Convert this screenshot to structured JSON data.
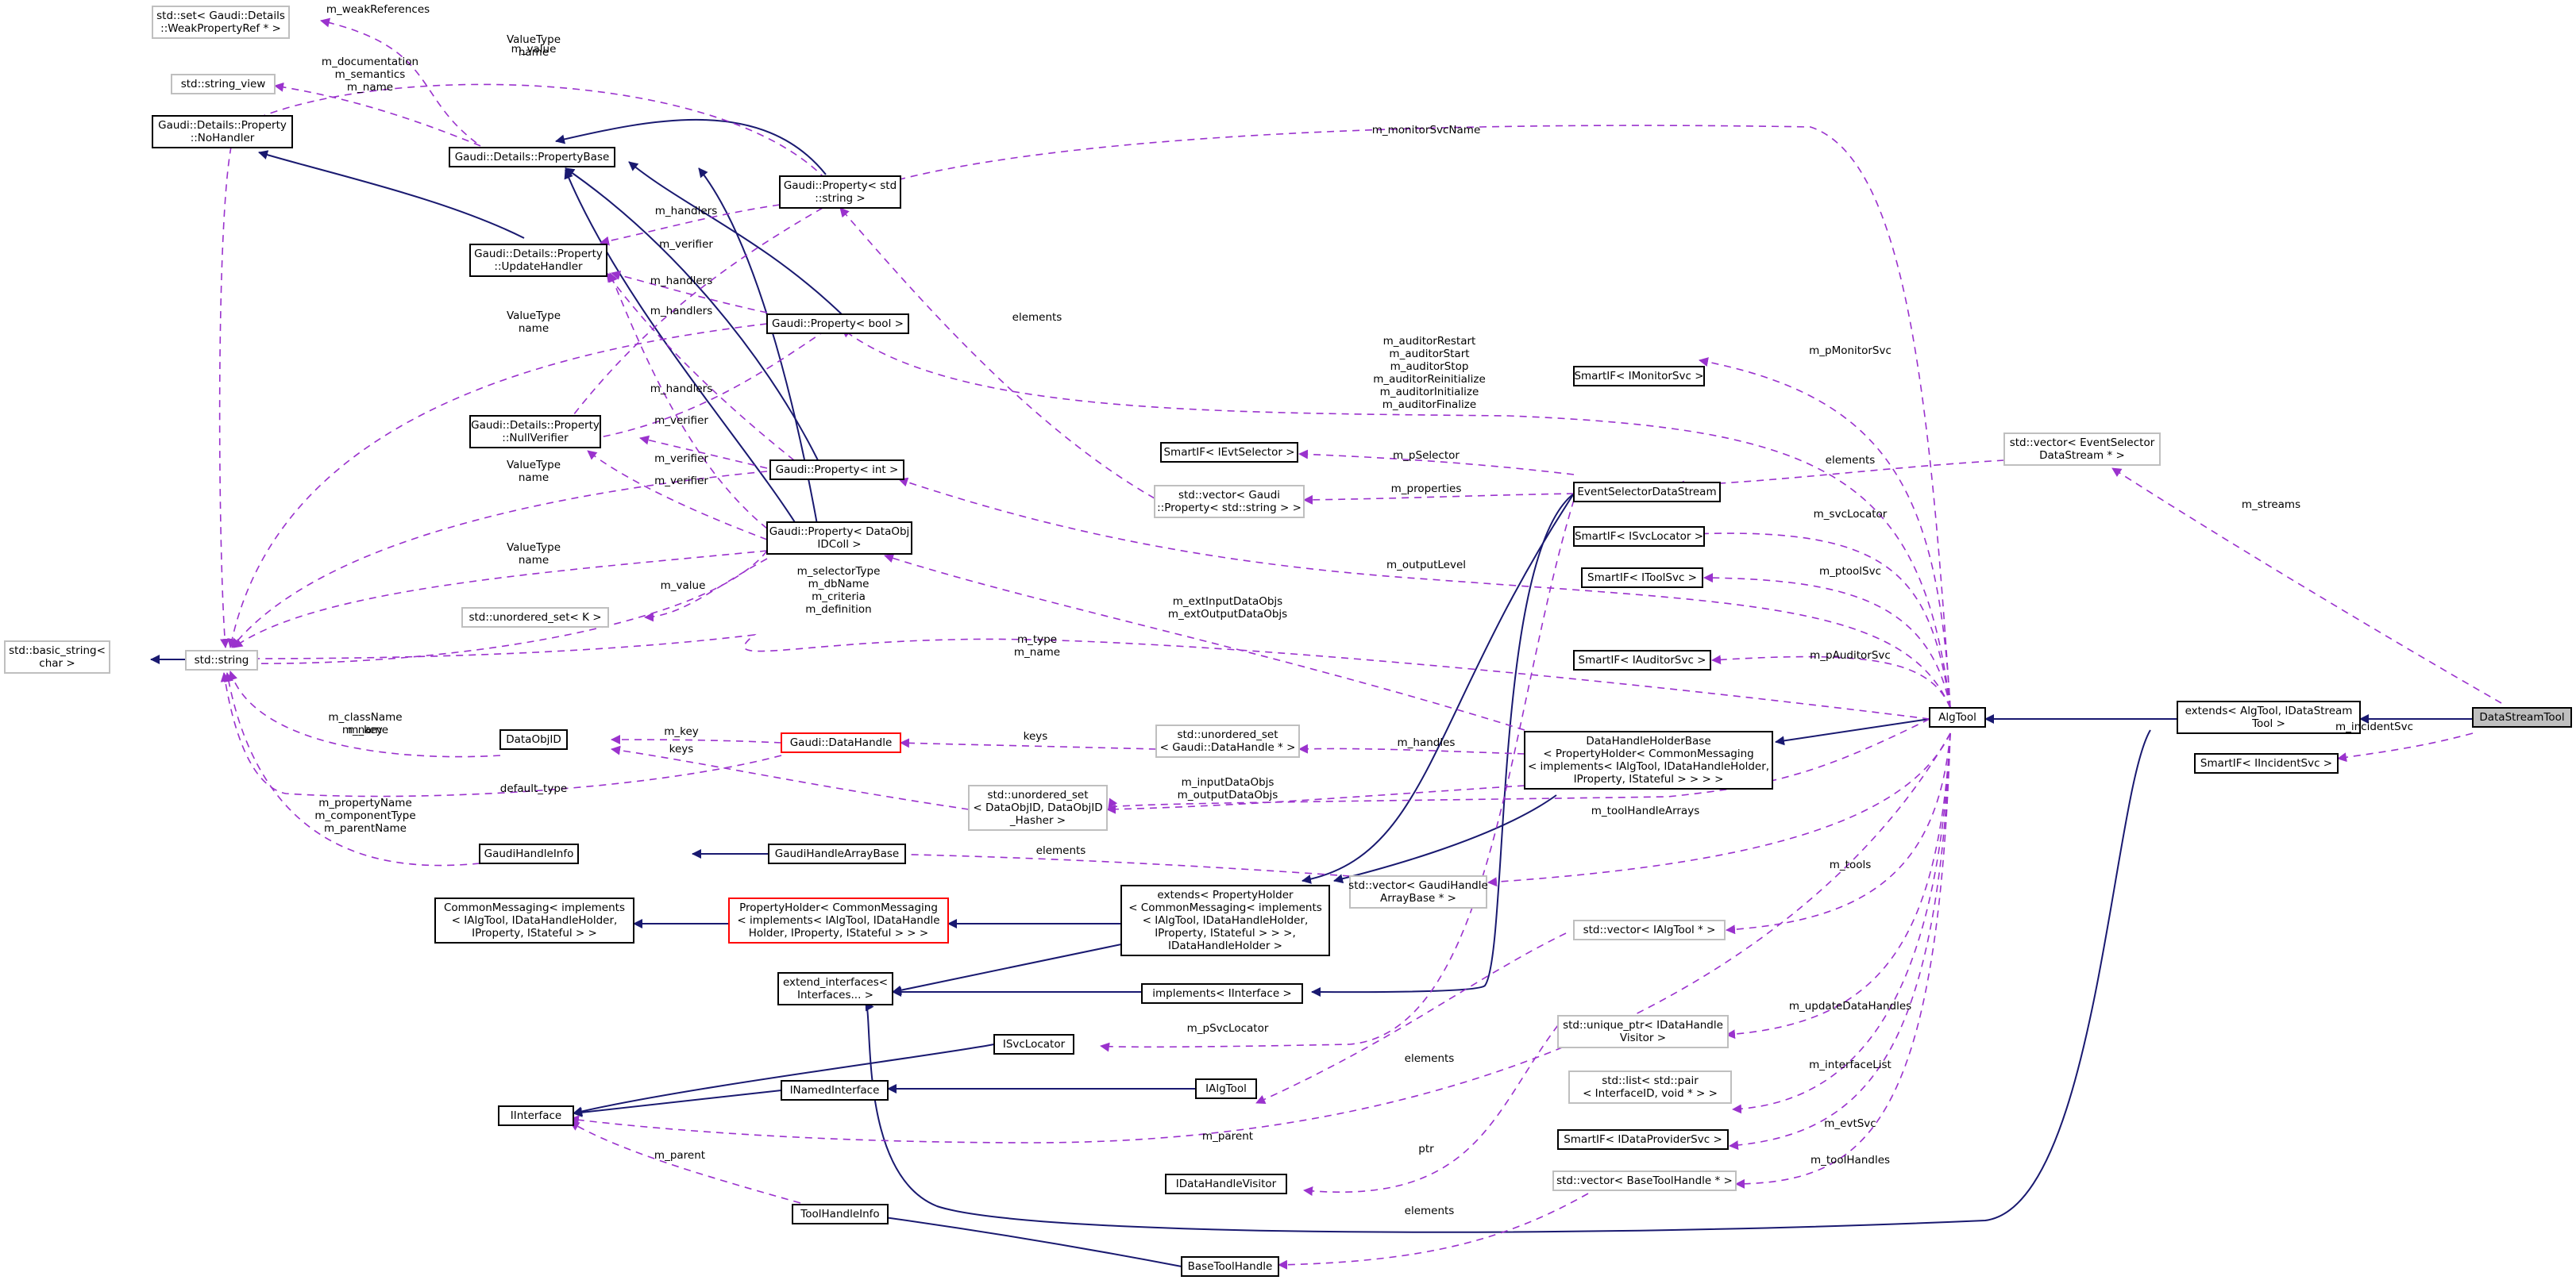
{
  "diagram": {
    "focus": "DataStreamTool",
    "nodes": [
      {
        "id": "DataStreamTool",
        "label": [
          "DataStreamTool"
        ],
        "style": "focus"
      },
      {
        "id": "extends",
        "label": [
          "extends< AlgTool, IDataStream",
          "Tool >"
        ],
        "style": "normal"
      },
      {
        "id": "SmartIF_IIncidentSvc",
        "label": [
          "SmartIF< IIncidentSvc >"
        ],
        "style": "normal"
      },
      {
        "id": "vec_EventSelector",
        "label": [
          "std::vector< EventSelector",
          "DataStream * >"
        ],
        "style": "gray"
      },
      {
        "id": "AlgTool",
        "label": [
          "AlgTool"
        ],
        "style": "normal"
      },
      {
        "id": "SmartIF_IMonitorSvc",
        "label": [
          "SmartIF< IMonitorSvc >"
        ],
        "style": "normal"
      },
      {
        "id": "SmartIF_IEvtSelector",
        "label": [
          "SmartIF< IEvtSelector >"
        ],
        "style": "normal"
      },
      {
        "id": "EventSelectorDataStream",
        "label": [
          "EventSelectorDataStream"
        ],
        "style": "normal"
      },
      {
        "id": "vec_GaudiPropString",
        "label": [
          "std::vector< Gaudi",
          "::Property< std::string > >"
        ],
        "style": "gray"
      },
      {
        "id": "SmartIF_ISvcLocator",
        "label": [
          "SmartIF< ISvcLocator >"
        ],
        "style": "normal"
      },
      {
        "id": "SmartIF_IToolSvc",
        "label": [
          "SmartIF< IToolSvc >"
        ],
        "style": "normal"
      },
      {
        "id": "SmartIF_IAuditorSvc",
        "label": [
          "SmartIF< IAuditorSvc >"
        ],
        "style": "normal"
      },
      {
        "id": "DataHandleHolderBase",
        "label": [
          "DataHandleHolderBase",
          "< PropertyHolder< CommonMessaging",
          "< implements< IAlgTool, IDataHandleHolder,",
          "IProperty, IStateful > > > >"
        ],
        "style": "normal"
      },
      {
        "id": "unordered_set_DataHandle",
        "label": [
          "std::unordered_set",
          "< Gaudi::DataHandle * >"
        ],
        "style": "gray"
      },
      {
        "id": "unordered_set_DataObjID",
        "label": [
          "std::unordered_set",
          "< DataObjID, DataObjID",
          "_Hasher >"
        ],
        "style": "gray"
      },
      {
        "id": "vec_GaudiHandleArrayBase",
        "label": [
          "std::vector< GaudiHandle",
          "ArrayBase * >"
        ],
        "style": "gray"
      },
      {
        "id": "vec_IAlgTool",
        "label": [
          "std::vector< IAlgTool * >"
        ],
        "style": "gray"
      },
      {
        "id": "unique_ptr_IDataHandleVisitor",
        "label": [
          "std::unique_ptr< IDataHandle",
          "Visitor >"
        ],
        "style": "gray"
      },
      {
        "id": "list_pair",
        "label": [
          "std::list< std::pair",
          "< InterfaceID, void * > >"
        ],
        "style": "gray"
      },
      {
        "id": "SmartIF_IDataProviderSvc",
        "label": [
          "SmartIF< IDataProviderSvc >"
        ],
        "style": "normal"
      },
      {
        "id": "vec_BaseToolHandle",
        "label": [
          "std::vector< BaseToolHandle * >"
        ],
        "style": "gray"
      },
      {
        "id": "extends_PropertyHolder",
        "label": [
          "extends< PropertyHolder",
          "< CommonMessaging< implements",
          "< IAlgTool, IDataHandleHolder,",
          "IProperty, IStateful > > >,",
          "IDataHandleHolder >"
        ],
        "style": "normal"
      },
      {
        "id": "implements_IInterface",
        "label": [
          "implements< IInterface >"
        ],
        "style": "normal"
      },
      {
        "id": "PropertyHolder",
        "label": [
          "PropertyHolder< CommonMessaging",
          "< implements< IAlgTool, IDataHandle",
          "Holder, IProperty, IStateful > > >"
        ],
        "style": "red"
      },
      {
        "id": "CommonMessaging",
        "label": [
          "CommonMessaging< implements",
          "< IAlgTool, IDataHandleHolder,",
          "IProperty, IStateful > >"
        ],
        "style": "normal"
      },
      {
        "id": "extend_interfaces",
        "label": [
          "extend_interfaces<",
          "Interfaces... >"
        ],
        "style": "normal"
      },
      {
        "id": "ISvcLocator",
        "label": [
          "ISvcLocator"
        ],
        "style": "normal"
      },
      {
        "id": "INamedInterface",
        "label": [
          "INamedInterface"
        ],
        "style": "normal"
      },
      {
        "id": "IAlgTool",
        "label": [
          "IAlgTool"
        ],
        "style": "normal"
      },
      {
        "id": "IInterface",
        "label": [
          "IInterface"
        ],
        "style": "normal"
      },
      {
        "id": "IDataHandleVisitor",
        "label": [
          "IDataHandleVisitor"
        ],
        "style": "normal"
      },
      {
        "id": "ToolHandleInfo",
        "label": [
          "ToolHandleInfo"
        ],
        "style": "normal"
      },
      {
        "id": "BaseToolHandle",
        "label": [
          "BaseToolHandle"
        ],
        "style": "normal"
      },
      {
        "id": "GaudiHandleArrayBase",
        "label": [
          "GaudiHandleArrayBase"
        ],
        "style": "normal"
      },
      {
        "id": "GaudiHandleInfo",
        "label": [
          "GaudiHandleInfo"
        ],
        "style": "normal"
      },
      {
        "id": "DataObjID",
        "label": [
          "DataObjID"
        ],
        "style": "normal"
      },
      {
        "id": "GaudiDataHandle",
        "label": [
          "Gaudi::DataHandle"
        ],
        "style": "red"
      },
      {
        "id": "std_string",
        "label": [
          "std::string"
        ],
        "style": "gray"
      },
      {
        "id": "basic_string",
        "label": [
          "std::basic_string<",
          "char >"
        ],
        "style": "gray"
      },
      {
        "id": "unordered_set_K",
        "label": [
          "std::unordered_set< K >"
        ],
        "style": "gray"
      },
      {
        "id": "PropDataObj",
        "label": [
          "Gaudi::Property< DataObj",
          "IDColl >"
        ],
        "style": "normal"
      },
      {
        "id": "PropInt",
        "label": [
          "Gaudi::Property< int >"
        ],
        "style": "normal"
      },
      {
        "id": "PropBool",
        "label": [
          "Gaudi::Property< bool >"
        ],
        "style": "normal"
      },
      {
        "id": "PropString",
        "label": [
          "Gaudi::Property< std",
          "::string >"
        ],
        "style": "normal"
      },
      {
        "id": "NullVerifier",
        "label": [
          "Gaudi::Details::Property",
          "::NullVerifier"
        ],
        "style": "normal"
      },
      {
        "id": "UpdateHandler",
        "label": [
          "Gaudi::Details::Property",
          "::UpdateHandler"
        ],
        "style": "normal"
      },
      {
        "id": "PropertyBase",
        "label": [
          "Gaudi::Details::PropertyBase"
        ],
        "style": "normal"
      },
      {
        "id": "NoHandler",
        "label": [
          "Gaudi::Details::Property",
          "::NoHandler"
        ],
        "style": "normal"
      },
      {
        "id": "string_view",
        "label": [
          "std::string_view"
        ],
        "style": "gray"
      },
      {
        "id": "set_WeakPropertyRef",
        "label": [
          "std::set< Gaudi::Details",
          "::WeakPropertyRef * >"
        ],
        "style": "gray"
      }
    ],
    "edge_labels": [
      "m_incidentSvc",
      "m_streams",
      "elements",
      "m_monitorSvcName",
      "m_pMonitorSvc",
      "m_auditorRestart",
      "m_auditorStart",
      "m_auditorStop",
      "m_auditorReinitialize",
      "m_auditorInitialize",
      "m_auditorFinalize",
      "m_pSelector",
      "m_properties",
      "m_svcLocator",
      "m_ptoolSvc",
      "m_outputLevel",
      "m_pAuditorSvc",
      "m_extInputDataObjs",
      "m_extOutputDataObjs",
      "m_handles",
      "m_inputDataObjs",
      "m_outputDataObjs",
      "m_toolHandleArrays",
      "m_tools",
      "m_updateDataHandles",
      "m_interfaceList",
      "m_evtSvc",
      "m_toolHandles",
      "m_pSvcLocator",
      "ptr",
      "m_parent",
      "m_key",
      "keys",
      "default_type",
      "m_className",
      "m_propertyName",
      "m_componentType",
      "m_parentName",
      "m_type",
      "m_name",
      "m_selectorType",
      "m_dbName",
      "m_criteria",
      "m_definition",
      "m_value",
      "ValueType",
      "m_verifier",
      "m_handlers",
      "m_documentation",
      "m_semantics",
      "m_weakReferences"
    ]
  }
}
